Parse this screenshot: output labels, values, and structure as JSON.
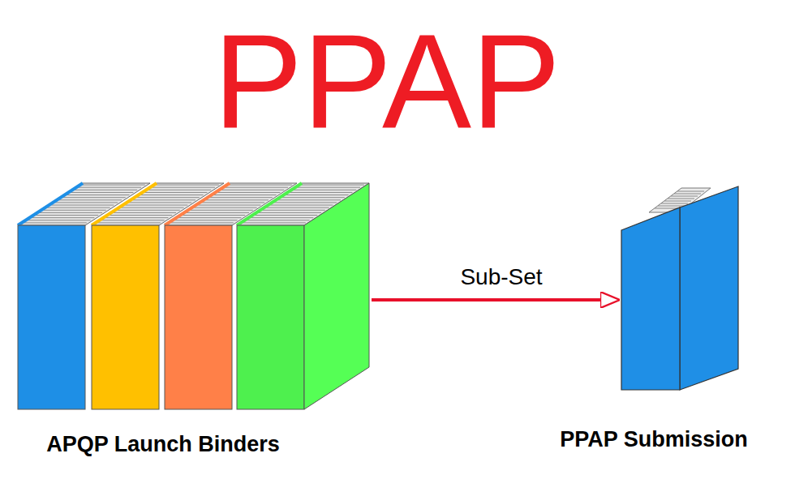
{
  "diagram": {
    "title": "PPAP",
    "nodes": [
      {
        "text": [
          "APQP Launch Binders"
        ]
      },
      {
        "text": [
          "PPAP Submission"
        ]
      }
    ],
    "edges": [
      {
        "from": 0,
        "to": 1,
        "arrow": "to",
        "label": "Sub-Set"
      }
    ]
  }
}
